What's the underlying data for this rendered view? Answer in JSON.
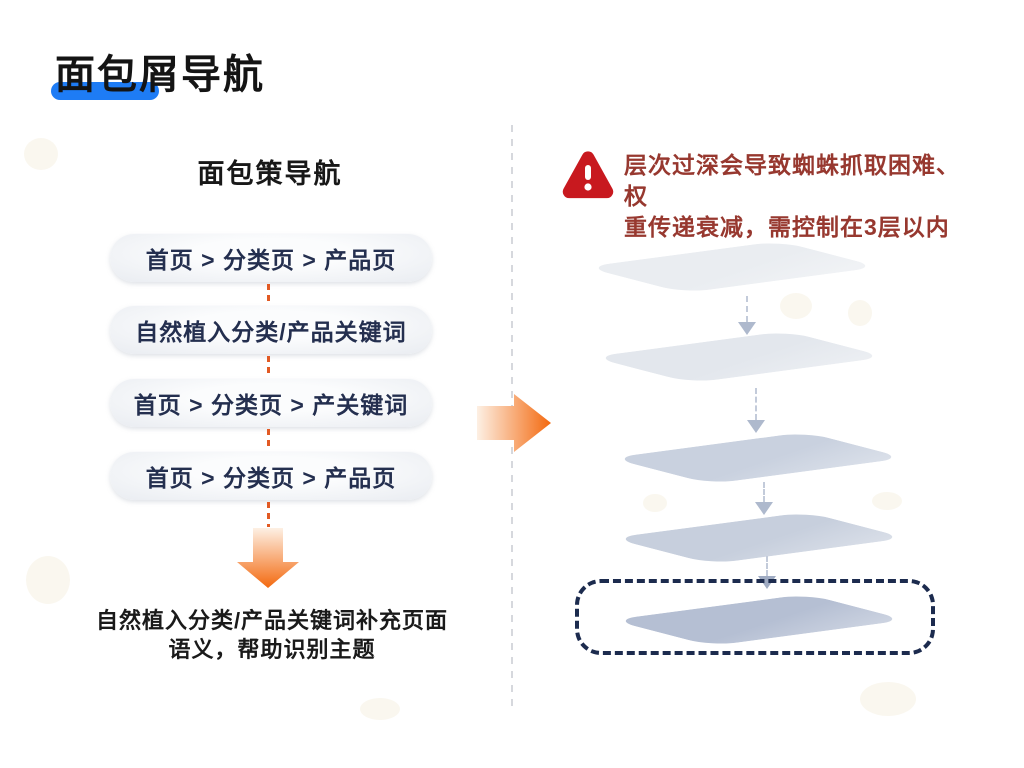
{
  "slide": {
    "title": "面包屑导航",
    "accent_color": "#1e7cf5"
  },
  "left": {
    "heading": "面包策导航",
    "pills": [
      {
        "label": "首页 > 分类页 > 产品页"
      },
      {
        "label": "自然植入分类/产品关键词"
      },
      {
        "label": "首页 > 分类页 > 产关键词"
      },
      {
        "label": "首页 > 分类页 > 产品页"
      }
    ],
    "caption_line1": "自然植入分类/产品关键词补充页面",
    "caption_line2": "语义，帮助识别主题"
  },
  "right": {
    "warning_line1": "层次过深会导致蜘蛛抓取困难、权",
    "warning_line2": "重传递衰减，需控制在3层以内",
    "warning_text_color": "#97382f",
    "warning_icon_color": "#c8191f",
    "layers": [
      {
        "color": "#eaedf1"
      },
      {
        "color": "#e3e7ed"
      },
      {
        "color": "#c9d1df"
      },
      {
        "color": "#c7cfdd"
      },
      {
        "color": "#b5bfd3"
      }
    ],
    "depth_box_color": "#1c2b4e"
  },
  "flow": {
    "arrow_color": "#f3690f"
  }
}
